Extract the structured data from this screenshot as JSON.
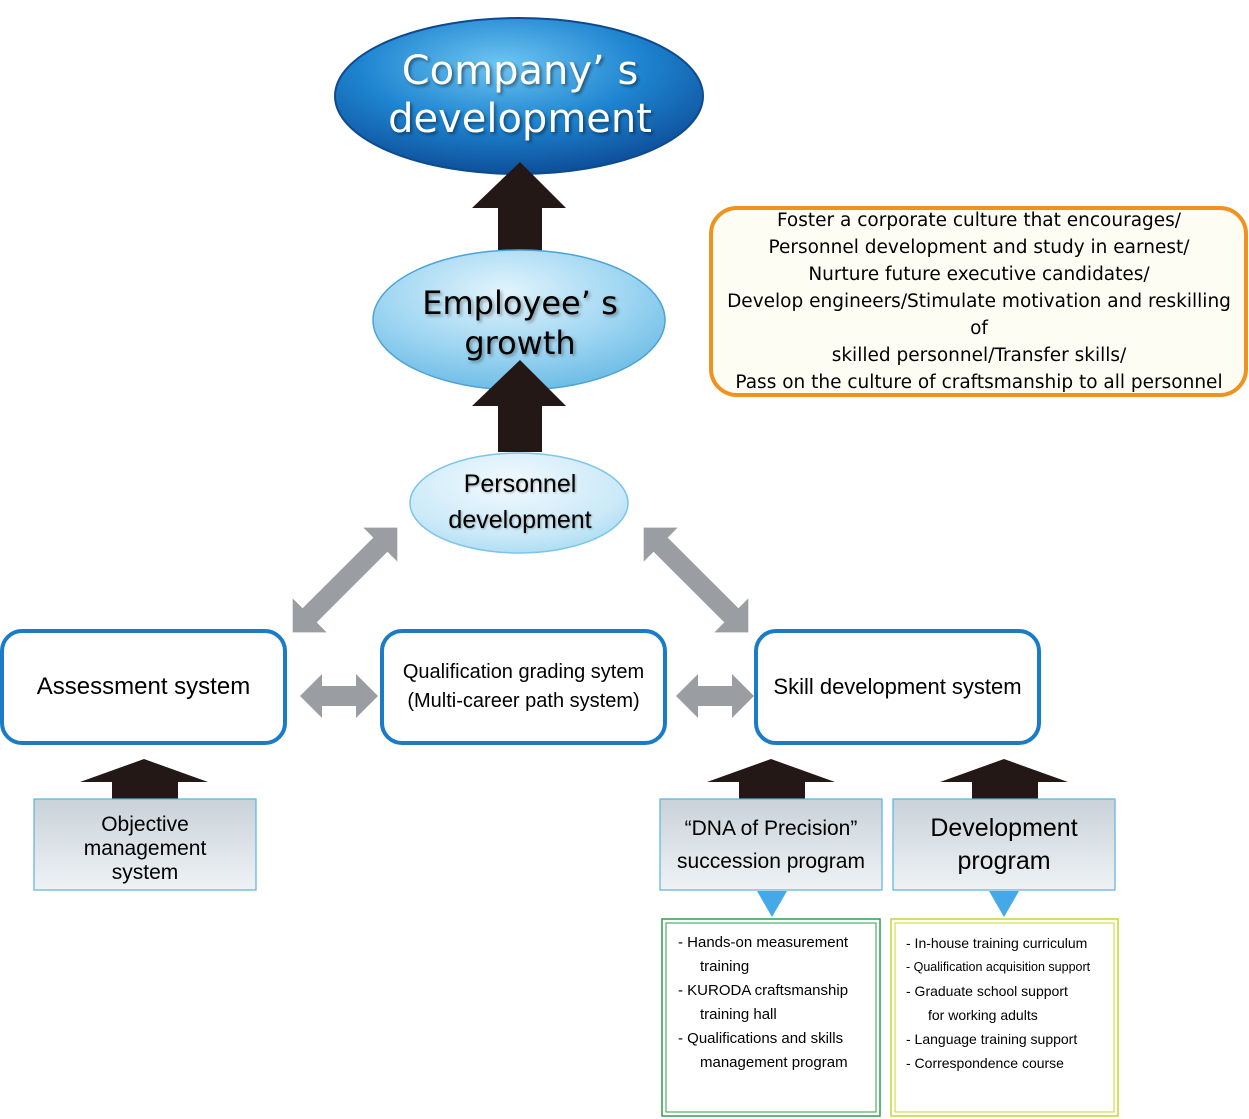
{
  "nodes": {
    "company": {
      "line1": "Company’ s",
      "line2": "development"
    },
    "employee": {
      "line1": "Employee’ s",
      "line2": "growth"
    },
    "personnel": {
      "line1": "Personnel",
      "line2": "development"
    }
  },
  "callout": {
    "lines": [
      "Foster a corporate culture that encourages/",
      "Personnel development and study in earnest/",
      "Nurture future executive candidates/",
      "Develop engineers/Stimulate motivation and reskilling of",
      "skilled personnel/Transfer skills/",
      "Pass on the culture of craftsmanship to all personnel"
    ]
  },
  "systems": {
    "assessment": "Assessment system",
    "qualification": {
      "line1": "Qualification grading sytem",
      "line2": "(Multi-career path system)"
    },
    "skill": "Skill development system"
  },
  "programs": {
    "objective": {
      "line1": "Objective",
      "line2": "management",
      "line3": "system"
    },
    "dna": {
      "line1": "“DNA of Precision”",
      "line2": "succession program"
    },
    "development": {
      "line1": "Development",
      "line2": "program"
    }
  },
  "lists": {
    "dna_items": [
      {
        "line1": "- Hands-on measurement",
        "line2": "training"
      },
      {
        "line1": "- KURODA craftsmanship",
        "line2": "training hall"
      },
      {
        "line1": "- Qualifications and skills",
        "line2": "management program"
      }
    ],
    "dev_items": [
      {
        "line1": "- In-house training curriculum"
      },
      {
        "line1": "- Qualification acquisition support"
      },
      {
        "line1": "- Graduate school support",
        "line2": "for working adults"
      },
      {
        "line1": "- Language training support"
      },
      {
        "line1": "- Correspondence course"
      }
    ]
  },
  "colors": {
    "dark_blue": "#1565b5",
    "box_border": "#1a7cc7",
    "callout_border": "#f0921e",
    "arrow_dark": "#231815",
    "arrow_gray": "#9a9ea3",
    "green_border": "#2e9e4a",
    "yellowgreen_border": "#c5d92a",
    "triangle_blue": "#45a8e8"
  }
}
